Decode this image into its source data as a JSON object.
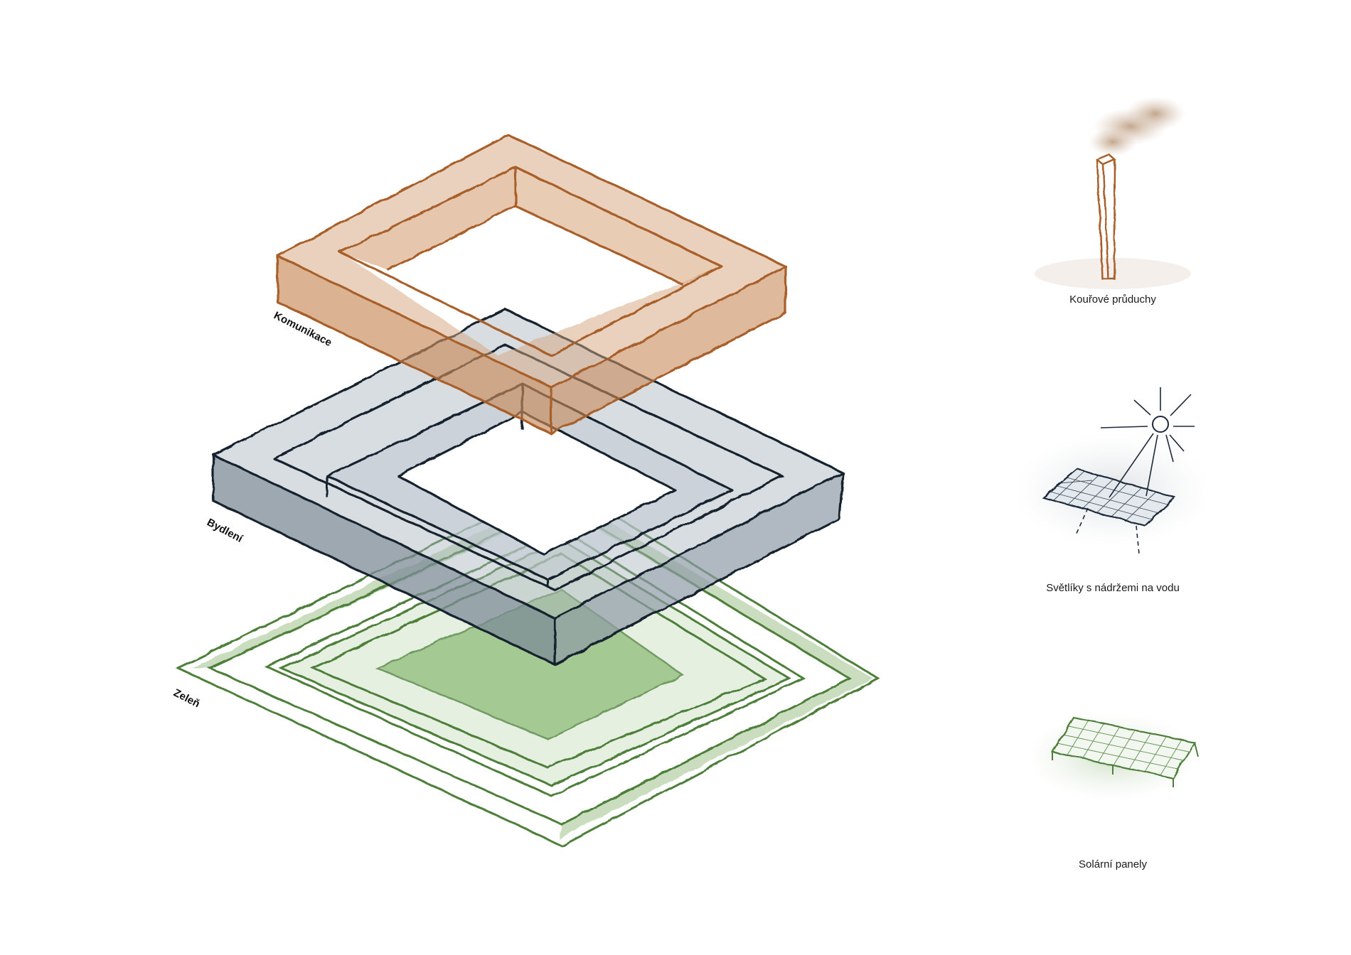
{
  "layers": [
    {
      "id": "komunikace",
      "label": "Komunikace",
      "color": "#b5713f"
    },
    {
      "id": "bydleni",
      "label": "Bydlení",
      "color": "#1c2a3a"
    },
    {
      "id": "zelen",
      "label": "Zeleň",
      "color": "#5f8f4c"
    }
  ],
  "legend": [
    {
      "icon": "chimney-icon",
      "label": "Kouřové průduchy"
    },
    {
      "icon": "skylight-water-tank-icon",
      "label": "Světlíky s nádržemi na vodu"
    },
    {
      "icon": "solar-panel-icon",
      "label": "Solární panely"
    }
  ]
}
